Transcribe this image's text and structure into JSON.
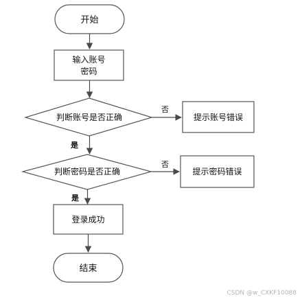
{
  "flowchart": {
    "start": "开始",
    "input_line1": "输入账号",
    "input_line2": "密码",
    "check_account": "判断账号是否正确",
    "account_error": "提示账号错误",
    "check_password": "判断密码是否正确",
    "password_error": "提示密码错误",
    "login_success": "登录成功",
    "end": "结束",
    "yes_label": "是",
    "no_label": "否"
  },
  "watermark": "CSDN @w_CXKF10088"
}
